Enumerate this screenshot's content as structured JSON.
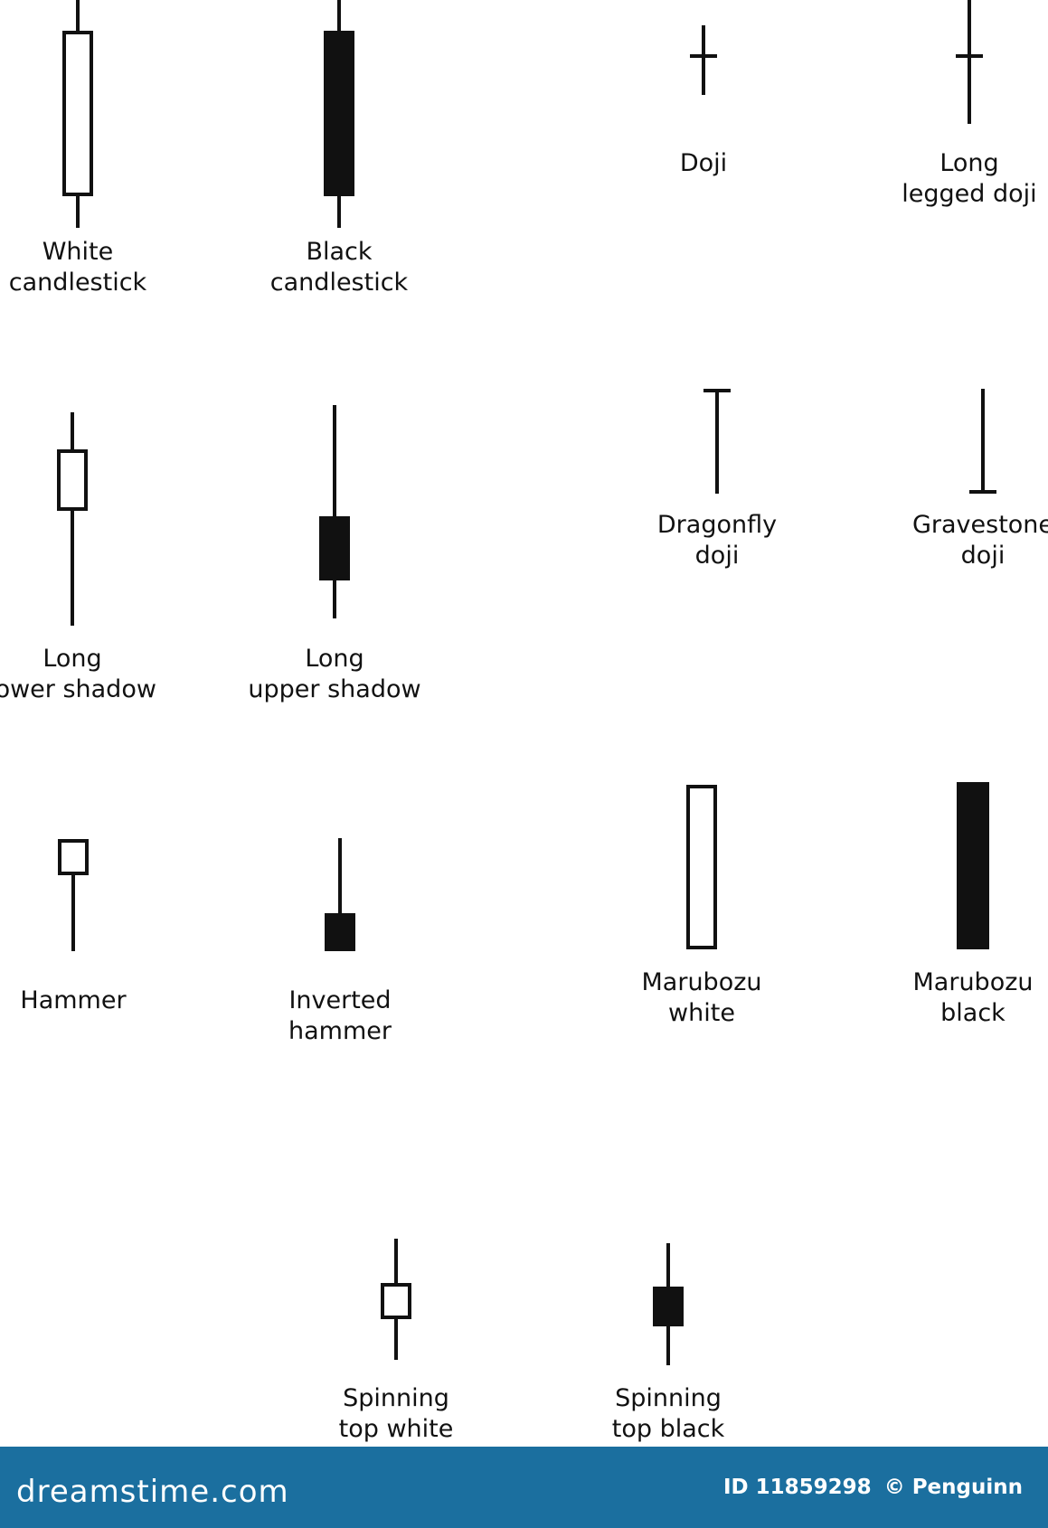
{
  "candles": [
    {
      "id": "white-candlestick",
      "label": [
        "White",
        "candlestick"
      ],
      "body": "white"
    },
    {
      "id": "black-candlestick",
      "label": [
        "Black",
        "candlestick"
      ],
      "body": "black"
    },
    {
      "id": "doji",
      "label": [
        "Doji"
      ],
      "body": "none"
    },
    {
      "id": "long-legged-doji",
      "label": [
        "Long",
        "legged doji"
      ],
      "body": "none"
    },
    {
      "id": "long-lower-shadow",
      "label": [
        "Long",
        "lower shadow"
      ],
      "body": "white"
    },
    {
      "id": "long-upper-shadow",
      "label": [
        "Long",
        "upper shadow"
      ],
      "body": "black"
    },
    {
      "id": "dragonfly-doji",
      "label": [
        "Dragonfly",
        "doji"
      ],
      "body": "none"
    },
    {
      "id": "gravestone-doji",
      "label": [
        "Gravestone",
        "doji"
      ],
      "body": "none"
    },
    {
      "id": "hammer",
      "label": [
        "Hammer"
      ],
      "body": "white"
    },
    {
      "id": "inverted-hammer",
      "label": [
        "Inverted",
        "hammer"
      ],
      "body": "black"
    },
    {
      "id": "marubozu-white",
      "label": [
        "Marubozu",
        "white"
      ],
      "body": "white"
    },
    {
      "id": "marubozu-black",
      "label": [
        "Marubozu",
        "black"
      ],
      "body": "black"
    },
    {
      "id": "spinning-top-white",
      "label": [
        "Spinning",
        "top white"
      ],
      "body": "white"
    },
    {
      "id": "spinning-top-black",
      "label": [
        "Spinning",
        "top black"
      ],
      "body": "black"
    }
  ],
  "footer": {
    "brand": "dreamstime.com",
    "image_id": "ID 11859298",
    "credit": "© Penguinn"
  },
  "colors": {
    "stroke": "#111111",
    "footer_bg": "#1b6f9f",
    "footer_text": "#ffffff"
  }
}
